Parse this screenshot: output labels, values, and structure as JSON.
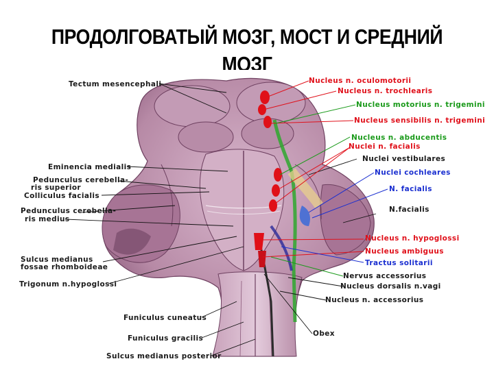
{
  "title": {
    "line1": "ПРОДОЛГОВАТЫЙ МОЗГ, МОСТ И СРЕДНИЙ",
    "line2": "МОЗГ"
  },
  "labels_left": {
    "tectum": "Tectum mesencephali",
    "eminentia": "Eminencia medialis",
    "ped_sup_1": "Pedunculus cerebella-",
    "ped_sup_2": "ris superior",
    "colliculus": "Colliculus facialis",
    "ped_med_1": "Pedunculus cerebella-",
    "ped_med_2": "ris medius",
    "sulcus_med_1": "Sulcus medianus",
    "sulcus_med_2": "fossae rhomboideae",
    "trigonum": "Trigonum n.hypoglossi",
    "funiculus_cun": "Funiculus cuneatus",
    "funiculus_grac": "Funiculus gracilis",
    "sulcus_post": "Sulcus medianus posterior"
  },
  "labels_right": {
    "oculomotorii": "Nucleus n. oculomotorii",
    "trochlearis": "Nucleus n. trochlearis",
    "motorius_trig": "Nucleus motorius n. trigemini",
    "sensibilis_trig": "Nucleus sensibilis n. trigemini",
    "abducentis": "Nucleus n. abducentis",
    "nuclei_facialis": "Nuclei n. facialis",
    "vestibulares": "Nuclei vestibulares",
    "cochleares": "Nuclei cochleares",
    "n_facialis": "N. facialis",
    "n_facialis2": "N.facialis",
    "hypoglossi": "Nucleus n. hypoglossi",
    "ambiguus": "Nucleus ambiguus",
    "tractus": "Tractus solitarii",
    "nervus_acc": "Nervus accessorius",
    "dorsalis_vagi": "Nucleus dorsalis n.vagi",
    "nucleus_acc": "Nucleus n. accessorius",
    "obex": "Obex"
  },
  "colors": {
    "red": "#e0101a",
    "green": "#1a9a1a",
    "blue": "#1a2fd0",
    "tissue": "#b98aa8",
    "tissue_dark": "#7d4f6e"
  }
}
